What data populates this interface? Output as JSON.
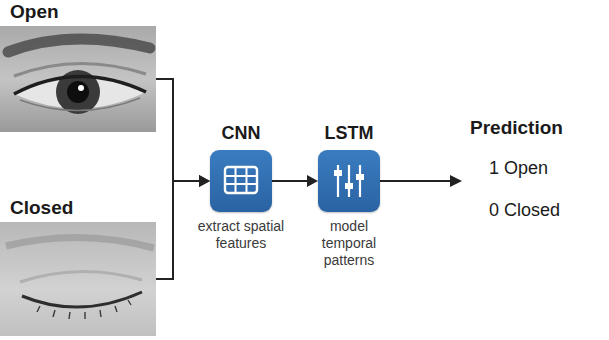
{
  "diagram": {
    "nodes": [
      {
        "text": [
          "Open"
        ]
      },
      {
        "text": [
          "Closed"
        ]
      },
      {
        "text": [
          "CNN",
          "extract spatial features"
        ]
      },
      {
        "text": [
          "LSTM",
          "model temporal patterns"
        ]
      }
    ],
    "edges": [
      {
        "from": 0,
        "to": 2,
        "arrow": "to"
      },
      {
        "from": 1,
        "to": 2,
        "arrow": "to"
      },
      {
        "from": 2,
        "to": 3,
        "arrow": "to"
      }
    ],
    "labels": [
      "Prediction",
      "1 Open",
      "0 Closed"
    ]
  }
}
